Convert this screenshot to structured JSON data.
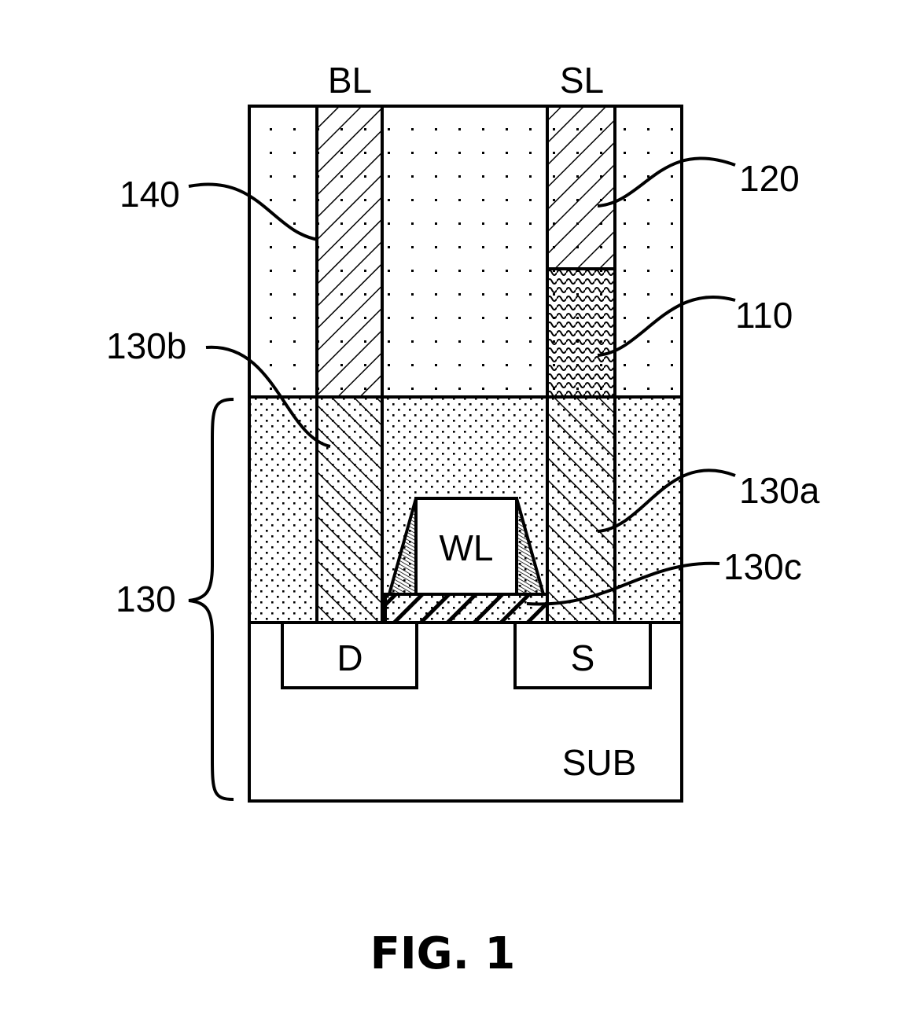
{
  "colors": {
    "line": "#000000",
    "background": "#ffffff"
  },
  "labels": {
    "bl": "BL",
    "sl": "SL",
    "ref_140": "140",
    "ref_120": "120",
    "ref_110": "110",
    "ref_130b": "130b",
    "ref_130a": "130a",
    "ref_130c": "130c",
    "ref_130": "130",
    "wl": "WL",
    "drain": "D",
    "source": "S",
    "substrate": "SUB"
  },
  "caption": "FIG. 1"
}
